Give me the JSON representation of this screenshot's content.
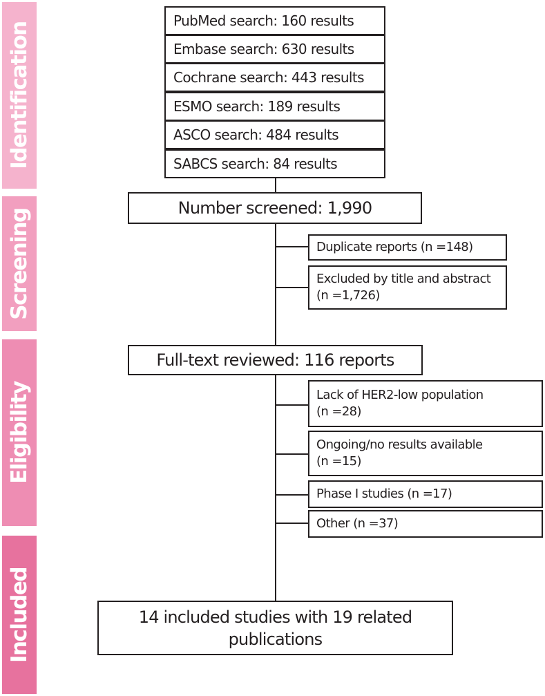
{
  "colors": {
    "identification": "#f5b3cd",
    "screening": "#f29fbf",
    "eligibility": "#ee8db3",
    "included": "#e7729e",
    "stroke": "#231f20"
  },
  "stages": {
    "identification": "Identification",
    "screening": "Screening",
    "eligibility": "Eligibility",
    "included": "Included"
  },
  "identification": {
    "pubmed": "PubMed search: 160 results",
    "embase": "Embase search: 630 results",
    "cochrane": "Cochrane search: 443 results",
    "esmo": "ESMO search: 189 results",
    "asco": "ASCO search: 484 results",
    "sabcs": "SABCS search: 84 results"
  },
  "screening": {
    "screened": "Number screened: 1,990",
    "duplicates": "Duplicate reports (n =148)",
    "excluded_title_abstract_1": "Excluded by title and abstract",
    "excluded_title_abstract_2": "(n =1,726)"
  },
  "eligibility": {
    "fulltext": "Full-text reviewed: 116 reports",
    "her2_low_1": "Lack of HER2-low population",
    "her2_low_2": "(n =28)",
    "ongoing_1": "Ongoing/no results available",
    "ongoing_2": "(n =15)",
    "phase1": "Phase I studies (n =17)",
    "other": "Other (n =37)"
  },
  "included": {
    "line1": "14 included studies with 19 related",
    "line2": "publications"
  }
}
